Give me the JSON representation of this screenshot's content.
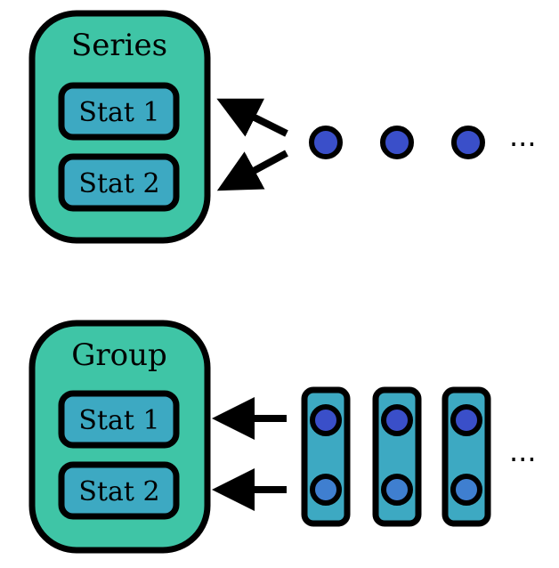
{
  "colors": {
    "box_fill": "#3fc5a6",
    "stat_fill": "#3da9c2",
    "dot_dark": "#3a4fc9",
    "dot_light": "#3f7fd0",
    "outline": "#000000",
    "background": "#ffffff"
  },
  "series_panel": {
    "title": "Series",
    "stats": [
      "Stat 1",
      "Stat 2"
    ],
    "ellipsis": "..."
  },
  "group_panel": {
    "title": "Group",
    "stats": [
      "Stat 1",
      "Stat 2"
    ],
    "ellipsis": "..."
  }
}
